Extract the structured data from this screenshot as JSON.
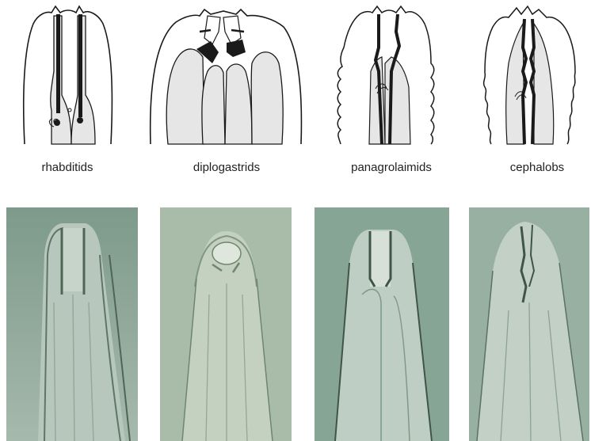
{
  "panels": [
    {
      "label": "rhabditids"
    },
    {
      "label": "diplogastrids"
    },
    {
      "label": "panagrolaimids"
    },
    {
      "label": "cephalobs"
    }
  ],
  "colors": {
    "outline": "#1a1a1a",
    "tissue_fill": "#e6e6e6",
    "micrograph_base": "#8fa89a",
    "micrograph_light": "#c9d6cd",
    "micrograph_dark": "#4f6657"
  }
}
